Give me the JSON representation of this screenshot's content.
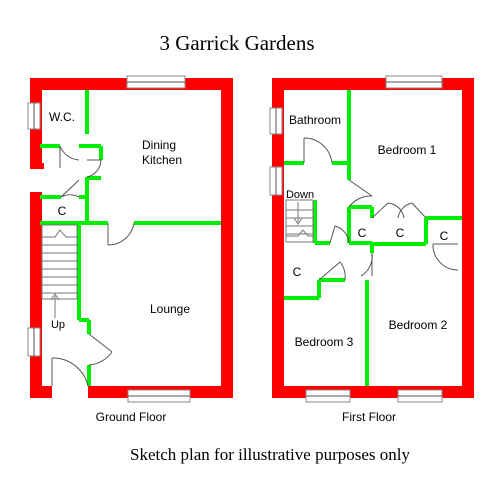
{
  "title": "3 Garrick Gardens",
  "footnote": "Sketch plan for illustrative purposes only",
  "ground_floor": {
    "caption": "Ground Floor",
    "rooms": {
      "wc": "W.C.",
      "dining": "Dining",
      "kitchen": "Kitchen",
      "cupboard": "C",
      "lounge": "Lounge",
      "up": "Up"
    }
  },
  "first_floor": {
    "caption": "First Floor",
    "rooms": {
      "bathroom": "Bathroom",
      "bedroom1": "Bedroom 1",
      "down": "Down",
      "cupboard_a": "C",
      "cupboard_b": "C",
      "cupboard_c": "C",
      "cupboard_d": "C",
      "bedroom2": "Bedroom 2",
      "bedroom3": "Bedroom 3"
    }
  },
  "colors": {
    "external_wall": "#ff0000",
    "internal_wall": "#00ee00"
  }
}
